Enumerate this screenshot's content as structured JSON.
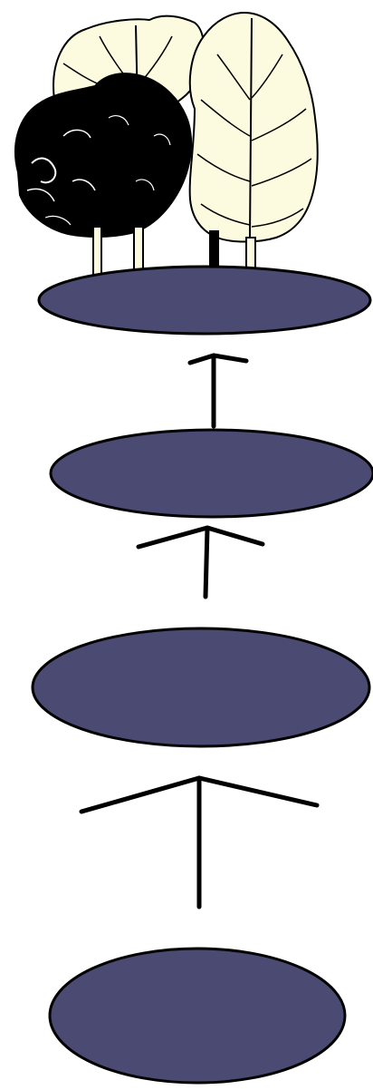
{
  "diagram": {
    "stages": [
      {
        "id": "stage-1",
        "has_trees": true
      },
      {
        "id": "stage-2",
        "has_trees": false
      },
      {
        "id": "stage-3",
        "has_trees": false
      },
      {
        "id": "stage-4",
        "has_trees": false
      }
    ],
    "arrows": [
      {
        "id": "arrow-1",
        "from": "stage-2",
        "to": "stage-1"
      },
      {
        "id": "arrow-2",
        "from": "stage-3",
        "to": "stage-2"
      },
      {
        "id": "arrow-3",
        "from": "stage-4",
        "to": "stage-3"
      }
    ],
    "tree_group": {
      "count": 4,
      "colors": {
        "light_tree": "#fcfbdf",
        "dark_tree": "#000000"
      }
    },
    "colors": {
      "disc_fill": "#4a4a72",
      "disc_stroke": "#000000",
      "arrow_stroke": "#000000",
      "background": "#ffffff"
    }
  }
}
